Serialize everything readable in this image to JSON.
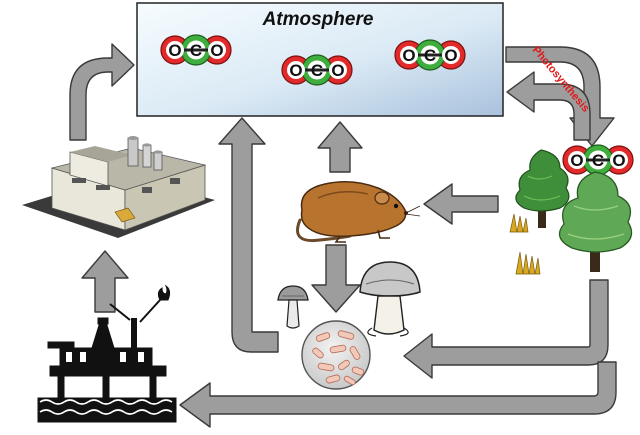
{
  "atmosphere": {
    "title": "Atmosphere"
  },
  "process_label": "Photosynthesis",
  "molecule": {
    "left": "O",
    "center": "C",
    "right": "O"
  },
  "colors": {
    "atmosphere_from": "#f4fbfe",
    "atmosphere_to": "#b9cfe4",
    "arrow_fill": "#9d9d9d",
    "arrow_stroke": "#3a3a3a",
    "oxygen": "#e32a2a",
    "carbon": "#3fae3f",
    "label_red": "#e01818"
  },
  "icons": [
    "factory-icon",
    "oil-rig-icon",
    "mouse-icon",
    "mushroom-icon",
    "microbes-icon",
    "tree-icon",
    "grass-icon"
  ]
}
